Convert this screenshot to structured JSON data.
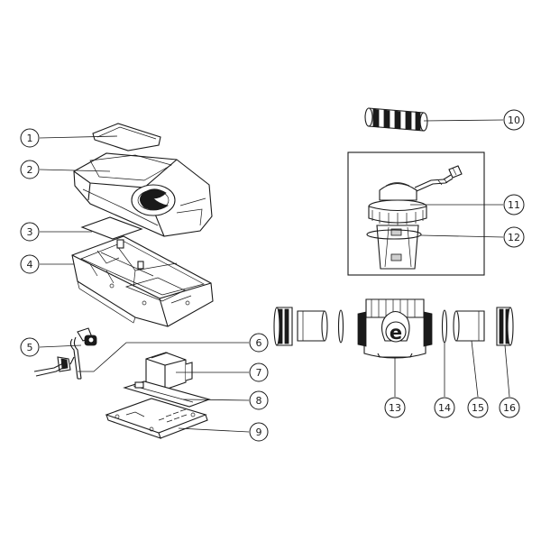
{
  "callouts": [
    {
      "id": "1",
      "label": "1"
    },
    {
      "id": "2",
      "label": "2"
    },
    {
      "id": "3",
      "label": "3"
    },
    {
      "id": "4",
      "label": "4"
    },
    {
      "id": "5",
      "label": "5"
    },
    {
      "id": "6",
      "label": "6"
    },
    {
      "id": "7",
      "label": "7"
    },
    {
      "id": "8",
      "label": "8"
    },
    {
      "id": "9",
      "label": "9"
    },
    {
      "id": "10",
      "label": "10"
    },
    {
      "id": "11",
      "label": "11"
    },
    {
      "id": "12",
      "label": "12"
    },
    {
      "id": "13",
      "label": "13"
    },
    {
      "id": "14",
      "label": "14"
    },
    {
      "id": "15",
      "label": "15"
    },
    {
      "id": "16",
      "label": "16"
    }
  ],
  "logo_glyph": "e",
  "colors": {
    "line": "#1a1a1a",
    "background": "#ffffff",
    "shade": "#cfcfcf"
  }
}
